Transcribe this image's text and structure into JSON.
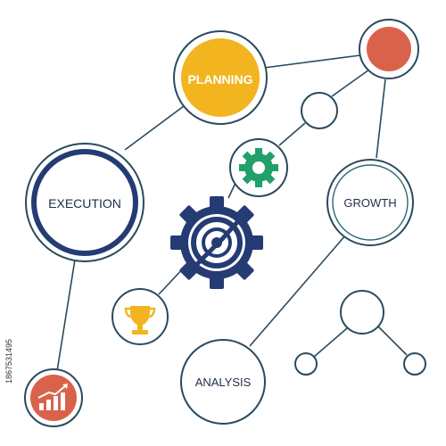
{
  "nodes": {
    "planning": {
      "label": "PLANNING"
    },
    "execution": {
      "label": "EXECUTION"
    },
    "growth": {
      "label": "GROWTH"
    },
    "analysis": {
      "label": "ANALYSIS"
    }
  },
  "icons": {
    "main": "target-gear-icon",
    "small_gear": "gear-icon",
    "trophy": "trophy-icon",
    "chart": "bar-chart-growth-icon"
  },
  "colors": {
    "line": "#2a4a5e",
    "navy": "#243b73",
    "yellow": "#f2b51f",
    "orange": "#d9634a",
    "green": "#22a06b",
    "teal": "#2a6b73"
  },
  "watermark_id": "1867531495"
}
